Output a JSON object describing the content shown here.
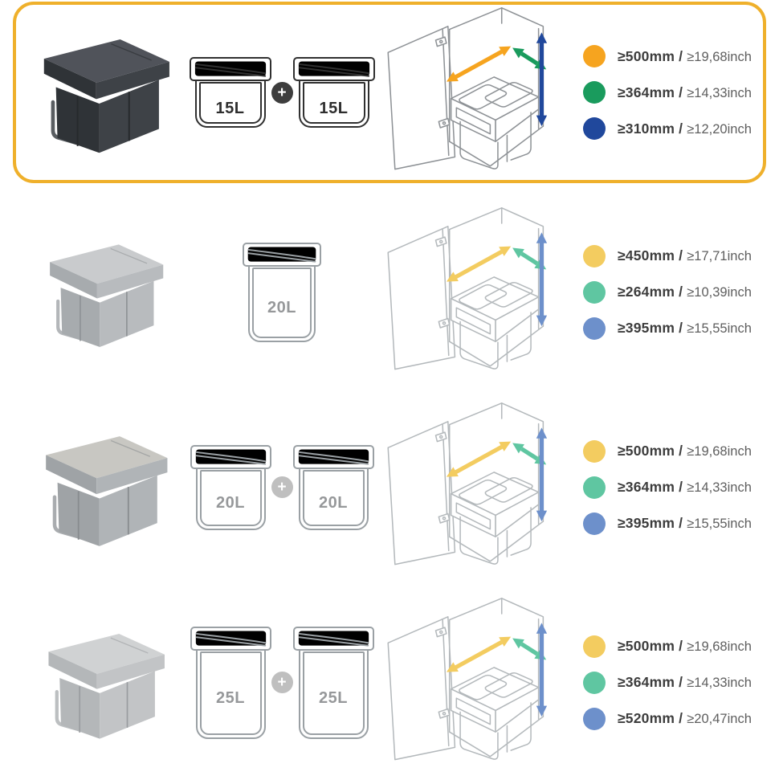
{
  "selection": {
    "highlight_border_color": "#EFB02B"
  },
  "plus_icon": "+",
  "rows": [
    {
      "name": "pull-out-bin-2x15l",
      "highlighted": true,
      "bins": [
        {
          "label": "15L"
        },
        {
          "label": "15L"
        }
      ],
      "plus": "+",
      "legend": [
        {
          "color": "#F6A41F",
          "mm_label": "≥500mm /",
          "inch_label": "≥19,68inch"
        },
        {
          "color": "#1A9B5D",
          "mm_label": "≥364mm /",
          "inch_label": "≥14,33inch"
        },
        {
          "color": "#20489C",
          "mm_label": "≥310mm /",
          "inch_label": "≥12,20inch"
        }
      ],
      "palette": {
        "cab-line": "#8e9296",
        "arrow-a": "#F6A41F",
        "arrow-b": "#1A9B5D",
        "arrow-c": "#20489C",
        "bin-line": "#303030",
        "bin-text": "#2e2e2e",
        "plus-bg": "#3d3d3d",
        "p-top": "#50535a",
        "p-front": "#2f3337",
        "p-side": "#3e4247",
        "p-dark": "#26292c",
        "p-rail": "#595d61"
      }
    },
    {
      "name": "pull-out-bin-1x20l",
      "highlighted": false,
      "bins": [
        {
          "label": "20L"
        }
      ],
      "legend": [
        {
          "color": "#F3CC60",
          "mm_label": "≥450mm /",
          "inch_label": "≥17,71inch"
        },
        {
          "color": "#5FC6A1",
          "mm_label": "≥264mm /",
          "inch_label": "≥10,39inch"
        },
        {
          "color": "#6D90CB",
          "mm_label": "≥395mm /",
          "inch_label": "≥15,55inch"
        }
      ],
      "palette": {
        "cab-line": "#b4b9bc",
        "arrow-a": "#F3CC60",
        "arrow-b": "#5FC6A1",
        "arrow-c": "#6D90CB",
        "bin-line": "#9aa0a4",
        "bin-text": "#96989a",
        "plus-bg": "#bdbdbd",
        "p-top": "#c9cbcd",
        "p-front": "#a7abae",
        "p-side": "#b8bbbe",
        "p-dark": "#8f9396",
        "p-rail": "#b3b6b9"
      }
    },
    {
      "name": "pull-out-bin-2x20l",
      "highlighted": false,
      "bins": [
        {
          "label": "20L"
        },
        {
          "label": "20L"
        }
      ],
      "plus": "+",
      "legend": [
        {
          "color": "#F3CC60",
          "mm_label": "≥500mm /",
          "inch_label": "≥19,68inch"
        },
        {
          "color": "#5FC6A1",
          "mm_label": "≥364mm /",
          "inch_label": "≥14,33inch"
        },
        {
          "color": "#6D90CB",
          "mm_label": "≥395mm /",
          "inch_label": "≥15,55inch"
        }
      ],
      "palette": {
        "cab-line": "#b4b9bc",
        "arrow-a": "#F3CC60",
        "arrow-b": "#5FC6A1",
        "arrow-c": "#6D90CB",
        "bin-line": "#9aa0a4",
        "bin-text": "#96989a",
        "plus-bg": "#bfbfbf",
        "p-top": "#c8c7c2",
        "p-front": "#9fa3a6",
        "p-side": "#b0b4b7",
        "p-dark": "#888c8f",
        "p-rail": "#a9acaf"
      }
    },
    {
      "name": "pull-out-bin-2x25l",
      "highlighted": false,
      "bins": [
        {
          "label": "25L"
        },
        {
          "label": "25L"
        }
      ],
      "plus": "+",
      "legend": [
        {
          "color": "#F3CC60",
          "mm_label": "≥500mm /",
          "inch_label": "≥19,68inch"
        },
        {
          "color": "#5FC6A1",
          "mm_label": "≥364mm /",
          "inch_label": "≥14,33inch"
        },
        {
          "color": "#6D90CB",
          "mm_label": "≥520mm /",
          "inch_label": "≥20,47inch"
        }
      ],
      "palette": {
        "cab-line": "#b4b9bc",
        "arrow-a": "#F3CC60",
        "arrow-b": "#5FC6A1",
        "arrow-c": "#6D90CB",
        "bin-line": "#9aa0a4",
        "bin-text": "#96989a",
        "plus-bg": "#bfbfbf",
        "p-top": "#d0d2d3",
        "p-front": "#b4b7b9",
        "p-side": "#c2c4c6",
        "p-dark": "#9a9da0",
        "p-rail": "#bcbfc1"
      }
    }
  ]
}
